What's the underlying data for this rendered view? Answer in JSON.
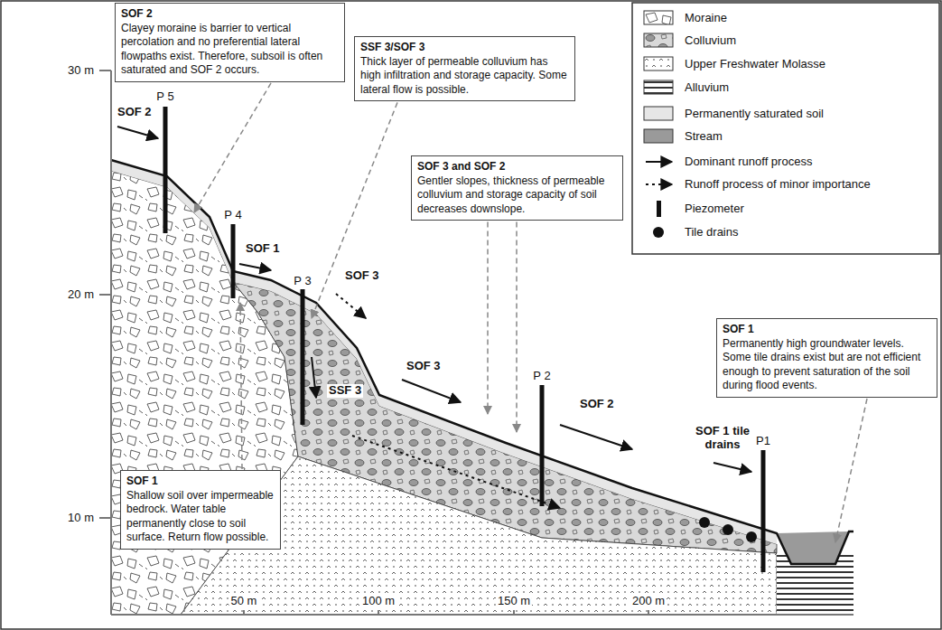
{
  "diagram": {
    "nodes": [
      {
        "text": [
          "SOF 2",
          "Clayey moraine is barrier to vertical percolation and no preferential lateral flowpaths exist. Therefore, subsoil is often saturated and SOF 2 occurs."
        ]
      },
      {
        "text": [
          "SSF 3/SOF 3",
          "Thick layer of permeable colluvium has high infiltration and storage capacity. Some lateral flow is possible."
        ]
      },
      {
        "text": [
          "SOF 3 and SOF 2",
          "Gentler slopes, thickness of permeable colluvium and storage capacity of soil decreases downslope."
        ]
      },
      {
        "text": [
          "SOF 1",
          "Permanently high groundwater levels. Some tile drains exist but are not efficient enough to prevent saturation of the soil during flood events."
        ]
      },
      {
        "text": [
          "SOF 1",
          "Shallow soil over impermeable bedrock. Water table permanently close to soil surface. Return flow possible."
        ]
      }
    ],
    "labels": [
      "30 m",
      "20 m",
      "10 m",
      "50 m",
      "100 m",
      "150 m",
      "200 m",
      "SOF 2",
      "P 5",
      "P 4",
      "SOF 1",
      "P 3",
      "SOF 3",
      "SSF 3",
      "SOF 3",
      "P 2",
      "SOF 2",
      "SOF 1 tile drains",
      "P1"
    ],
    "legend": [
      {
        "text": "Moraine"
      },
      {
        "text": "Colluvium"
      },
      {
        "text": "Upper Freshwater Molasse"
      },
      {
        "text": "Alluvium"
      },
      {
        "text": "Permanently saturated soil",
        "color": "#e6e6e6"
      },
      {
        "text": "Stream",
        "color": "#9a9a9a"
      },
      {
        "text": "Dominant runoff process"
      },
      {
        "text": "Runoff process of minor importance"
      },
      {
        "text": "Piezometer"
      },
      {
        "text": "Tile drains"
      }
    ]
  }
}
